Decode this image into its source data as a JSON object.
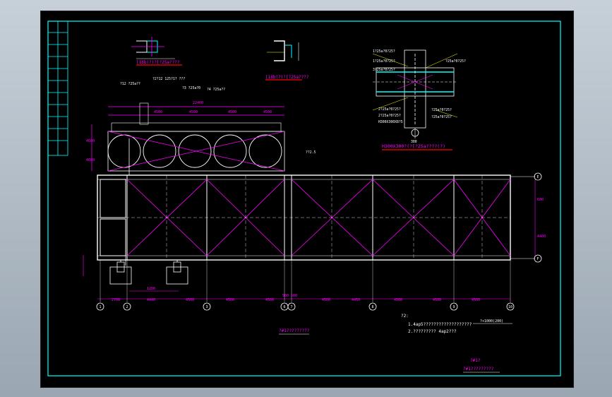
{
  "colors": {
    "background": "#000000",
    "border": "#00ffff",
    "dimension": "#ff00ff",
    "structure": "#ffffff",
    "title_underline": "#ff0000",
    "leader": "#ffff00",
    "text": "#ffffff"
  },
  "drawing": {
    "detail_1_title": "[18b(?)?[?25a????",
    "detail_2_title": "[18b(?)?[?25a????",
    "detail_3_title": "H300X300?(?[?25a????(?)",
    "top_dims": [
      "4500",
      "4500",
      "4500",
      "4500"
    ],
    "top_total": "22400",
    "left_dims": [
      "4600",
      "4600"
    ],
    "plan_bottom_dims": [
      "2700",
      "4440",
      "4500",
      "4500",
      "4500",
      "4500",
      "4450",
      "4500",
      "4500",
      "4500"
    ],
    "plan_side_dims": [
      "600",
      "4400"
    ],
    "small_dims": [
      "500",
      "500"
    ],
    "pump_dim": "1200",
    "grid_labels": [
      "1",
      "2",
      "3",
      "6",
      "7",
      "8",
      "9",
      "10"
    ],
    "row_labels": [
      "E",
      "F"
    ],
    "section_title_1": "?#1?????????",
    "section_title_2": "?#1?????????",
    "drawing_no": "?#1?",
    "scale_note": "?+1000(200)",
    "notes_heading": "?2:",
    "notes": [
      "1.4ap5???????????????????",
      "2.?????????  4ap2???"
    ],
    "callouts": [
      "?12 ?25a??",
      "?2?12  125?1?  ???",
      "?3 ?25a?0",
      "?4 ?25a??",
      "??2.5",
      "1?25a?0?25?",
      "1?25a?0?25?",
      "3?25a?0?25?",
      "2?25a?0?25?",
      "2?25a?0?25?",
      "H300X300X8?5",
      "?25a?0?25?",
      "?25a?0?25?",
      "?25a?0?25?",
      "300"
    ]
  }
}
